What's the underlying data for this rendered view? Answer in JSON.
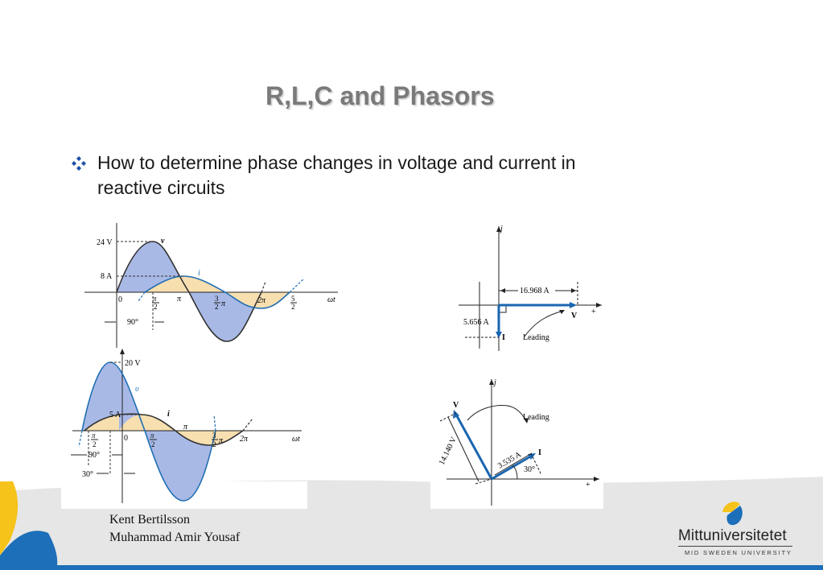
{
  "slide": {
    "title": "R,L,C and Phasors",
    "bullet": "How to determine phase changes in voltage and current in reactive circuits",
    "authors": [
      "Kent Bertilsson",
      "Muhammad Amir Yousaf"
    ],
    "logo": {
      "name": "Mittuniversitetet",
      "subtitle": "MID SWEDEN UNIVERSITY"
    }
  },
  "figures": {
    "wave1": {
      "v_peak": "24 V",
      "i_peak": "8 A",
      "v_name": "v",
      "i_name": "i",
      "origin": "0",
      "pi_over2_num": "π",
      "pi_over2_den": "2",
      "pi": "π",
      "three_half_num": "3",
      "three_half_den": "2",
      "three_half_pi": "π",
      "two_pi": "2π",
      "five_half_num": "5",
      "five_half_den": "2",
      "axis": "ωt",
      "shift": "90°"
    },
    "phasor1": {
      "j": "j",
      "magnitude_v": "16.968 A",
      "v_name": "V",
      "plus": "+",
      "magnitude_i": "5.656 A",
      "i_name": "I",
      "leading": "Leading"
    },
    "wave2": {
      "v_peak": "20 V",
      "i_peak": "5 A",
      "v_name": "υ",
      "i_name": "i",
      "pi": "π",
      "origin": "0",
      "neg_pi_num": "π",
      "neg_pi_den": "2",
      "pi_over2_num": "π",
      "pi_over2_den": "2",
      "three_half_num": "3",
      "three_half_den": "2",
      "three_half_pi": "π",
      "two_pi": "2π",
      "axis": "ωt",
      "shift1": "90°",
      "shift2": "30°"
    },
    "phasor2": {
      "j": "j",
      "v_name": "V",
      "magnitude_v": "14.140 V",
      "magnitude_i": "3.535 A",
      "i_name": "I",
      "angle": "30°",
      "leading": "Leading",
      "plus": "+"
    }
  },
  "colors": {
    "title": "#7a7a7a",
    "voltage_fill": "#a9b9e6",
    "current_fill": "#f7dfb0",
    "wave_stroke": "#1f6fb3",
    "phasor": "#1a66b0",
    "footer_band": "#e6e6e6",
    "accent_yellow": "#f5c319",
    "accent_blue": "#1c6fb8"
  }
}
